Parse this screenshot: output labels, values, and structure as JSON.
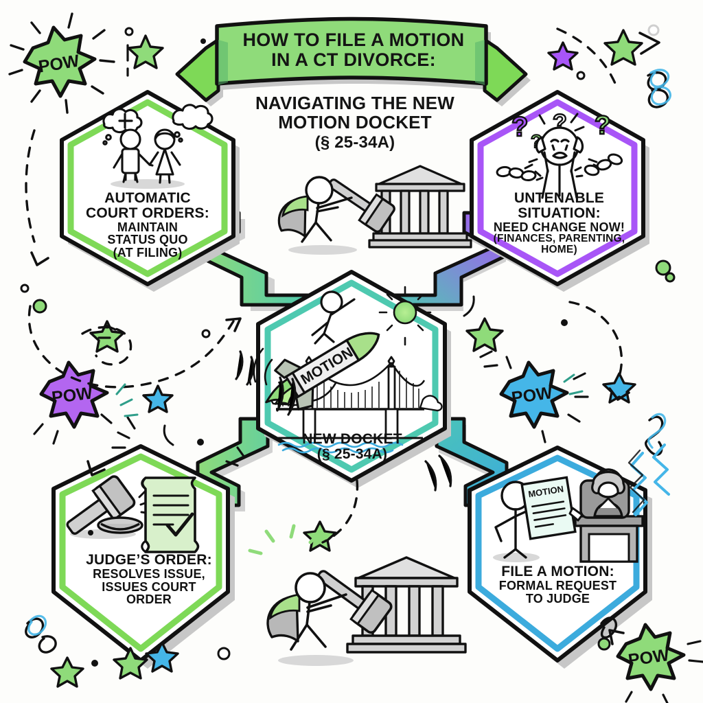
{
  "header": {
    "banner_line1": "HOW TO FILE A MOTION",
    "banner_line2": "IN A CT DIVORCE:",
    "subtitle_line1": "NAVIGATING THE NEW",
    "subtitle_line2": "MOTION DOCKET",
    "subtitle_citation": "(§ 25-34A)"
  },
  "nodes": {
    "top_left": {
      "line1": "AUTOMATIC",
      "line2": "COURT ORDERS:",
      "line3": "MAINTAIN",
      "line4": "STATUS QUO",
      "line5": "(AT FILING)",
      "border_color": "#7ed957",
      "icon": "couple-thought-bubbles-icon"
    },
    "top_right": {
      "line1": "UNTENABLE",
      "line2": "SITUATION:",
      "line3": "NEED CHANGE NOW!",
      "line4": "(FINANCES, PARENTING,",
      "line5": "HOME)",
      "border_color": "#a855f7",
      "icon": "stressed-person-broken-chain-icon"
    },
    "center": {
      "line1": "NEW DOCKET",
      "line2": "(§ 25-34A)",
      "rocket_label": "MOTION",
      "border_color": "#4ec9b0",
      "icon": "rocket-over-bridge-icon"
    },
    "bottom_left": {
      "line1": "JUDGE’S ORDER:",
      "line2": "RESOLVES ISSUE,",
      "line3": "ISSUES COURT",
      "line4": "ORDER",
      "border_color": "#7ed957",
      "icon": "gavel-and-signed-scroll-icon"
    },
    "bottom_right": {
      "line1": "FILE A MOTION:",
      "line2": "FORMAL REQUEST",
      "line3": "TO JUDGE",
      "border_color": "#3cabdd",
      "icon": "person-handing-motion-to-judge-icon",
      "doc_label": "MOTION"
    }
  },
  "arrows": [
    {
      "name": "arrow-center-to-top-left",
      "color": "#8fdb7a",
      "direction": "up-left"
    },
    {
      "name": "arrow-center-to-top-right",
      "color": "#a855f7",
      "direction": "up-right"
    },
    {
      "name": "arrow-center-to-bottom-left",
      "color": "#8fdb7a",
      "direction": "down-left"
    },
    {
      "name": "arrow-center-to-bottom-right",
      "color": "#3cabdd",
      "direction": "down-right"
    }
  ],
  "bursts": [
    {
      "name": "pow-burst-top-left",
      "label": "POW",
      "color": "#8fdb7a"
    },
    {
      "name": "pow-burst-middle-left",
      "label": "POW",
      "color": "#b366f0"
    },
    {
      "name": "pow-burst-middle-right",
      "label": "POW",
      "color": "#45b6e8"
    },
    {
      "name": "pow-burst-bottom-right",
      "label": "POW",
      "color": "#8fdb7a"
    }
  ],
  "decor": {
    "hero_top": "caped-stick-figure-with-gavel-and-courthouse-icon",
    "hero_bottom": "caped-stick-figure-with-gavel-and-courthouse-icon",
    "stars": [
      "green-star",
      "blue-star",
      "purple-star",
      "green-star",
      "blue-star",
      "green-star",
      "blue-star",
      "green-star"
    ],
    "squiggles": "blue-squiggle-doodles",
    "dashed_paths": "dashed-curved-arrow-doodles",
    "banner_color": "#8fdb7a"
  },
  "palette": {
    "green": "#7ed957",
    "green_soft": "#8fdb7a",
    "purple": "#a855f7",
    "teal": "#4ec9b0",
    "blue": "#3cabdd",
    "ink": "#111111",
    "shadow": "#bdbdbd",
    "paper": "#fdfdfb"
  }
}
